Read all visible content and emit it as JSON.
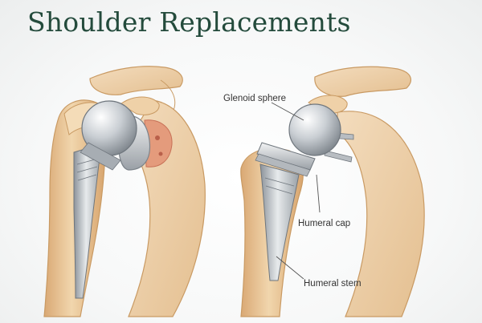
{
  "slide": {
    "title": "Shoulder Replacements"
  },
  "diagram": {
    "labels": {
      "glenoid_sphere": "Glenoid sphere",
      "humeral_cap": "Humeral cap",
      "humeral_stem": "Humeral stem"
    }
  },
  "colors": {
    "title": "#244b3c",
    "bone": "#e8c79a",
    "bone_edge": "#c99a63",
    "metal": "#c9cdd1",
    "tissue": "#d98a6c"
  }
}
